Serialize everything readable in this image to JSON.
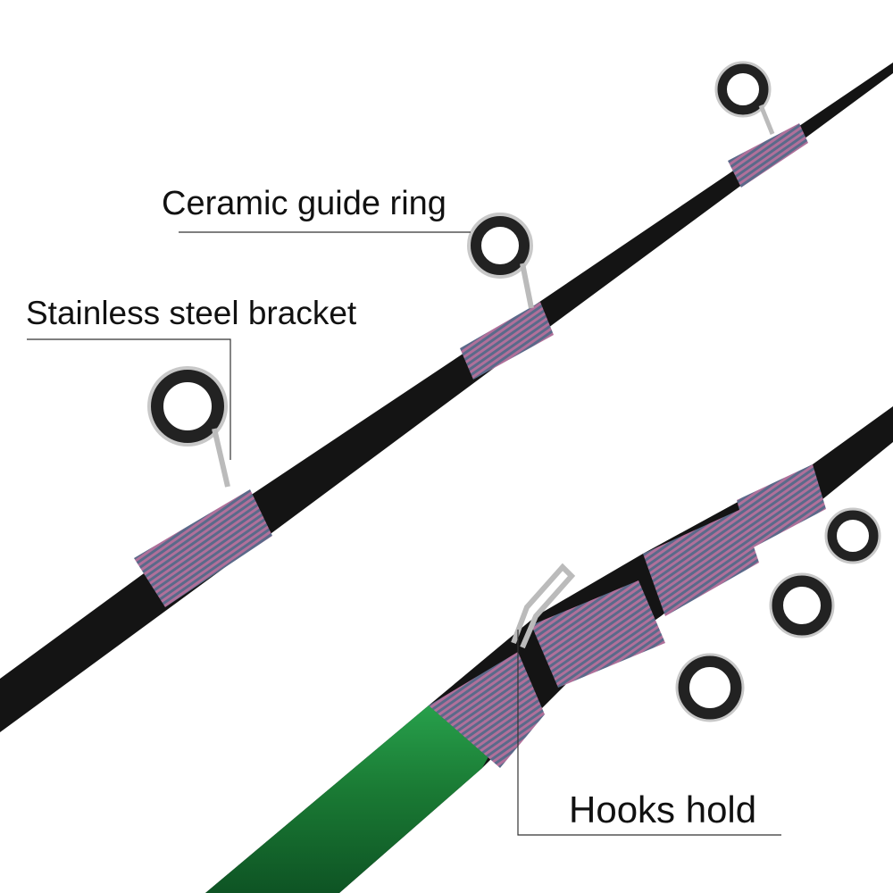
{
  "annotations": {
    "ceramic_guide_ring": "Ceramic guide ring",
    "stainless_steel_bracket": "Stainless steel bracket",
    "hooks_hold": "Hooks hold"
  },
  "colors": {
    "rod_black": "#141414",
    "rod_green": "#1f8a3c",
    "wrap_purple": "#7a5a7a",
    "guide_metal": "#c8c8c8"
  }
}
